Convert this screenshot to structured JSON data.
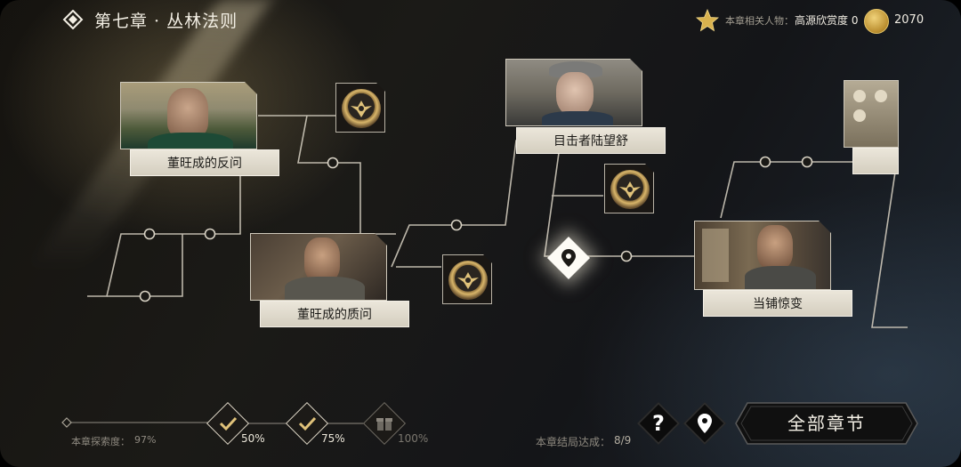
{
  "header": {
    "chapter_title": "第七章 · 丛林法则",
    "related_label": "本章相关人物：",
    "related_value": "高源欣赏度 0",
    "coins": "2070"
  },
  "nodes": [
    {
      "id": "dong-question",
      "caption": "董旺成的反问"
    },
    {
      "id": "dong-interrogate",
      "caption": "董旺成的质问"
    },
    {
      "id": "witness",
      "caption": "目击者陆望舒"
    },
    {
      "id": "pawnshop",
      "caption": "当铺惊变"
    }
  ],
  "progress": {
    "label": "本章探索度：",
    "value": "97%",
    "milestones": [
      "50%",
      "75%",
      "100%"
    ]
  },
  "endings": {
    "label": "本章结局达成：",
    "value": "8/9"
  },
  "buttons": {
    "help": "?",
    "all_chapters": "全部章节"
  },
  "icons": {
    "back": "back-chevron-icon",
    "star": "star-icon",
    "coin": "gold-coin-icon",
    "badge": "emblem-icon",
    "pin": "location-pin-icon",
    "check": "check-icon",
    "gift": "gift-box-icon"
  },
  "colors": {
    "accent": "#e8c86a",
    "caption_bg": "#e2ddd0",
    "line": "#cfc9bb"
  }
}
